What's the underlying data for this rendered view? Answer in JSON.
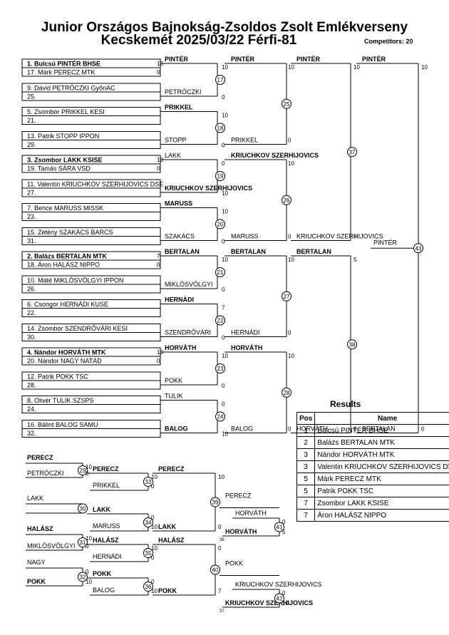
{
  "header": {
    "title_line1": "Junior Országos Bajnokság-Zsoldos Zsolt Emlékverseny",
    "title_line2": "Kecskemét 2025/03/22 Férfi-81",
    "competitors": "Competitors: 20"
  },
  "entries": [
    {
      "label": "1. Bulcsú PINTÉR BHSE",
      "score": "10",
      "bold": true
    },
    {
      "label": "17. Márk PERECZ MTK",
      "score": "0",
      "bold": false
    },
    {
      "label": "9. Dávid PETRÓCZKI GyőriAC",
      "score": "",
      "bold": false
    },
    {
      "label": "25.",
      "score": "",
      "bold": false
    },
    {
      "label": "5. Zsombor PRIKKEL KESI",
      "score": "",
      "bold": false
    },
    {
      "label": "21.",
      "score": "",
      "bold": false
    },
    {
      "label": "13. Patrik STOPP IPPON",
      "score": "",
      "bold": false
    },
    {
      "label": "29.",
      "score": "",
      "bold": false
    },
    {
      "label": "3. Zsombor LAKK KSISE",
      "score": "10",
      "bold": true
    },
    {
      "label": "19. Tamás SÁRA VSD",
      "score": "0",
      "bold": false
    },
    {
      "label": "11. Valentin KRIUCHKOV SZERHIJOVICS DSE",
      "score": "",
      "bold": false
    },
    {
      "label": "27.",
      "score": "",
      "bold": false
    },
    {
      "label": "7. Bence MARUSS MISSK",
      "score": "",
      "bold": false
    },
    {
      "label": "23.",
      "score": "",
      "bold": false
    },
    {
      "label": "15. Zétény SZAKÁCS BARCS",
      "score": "",
      "bold": false
    },
    {
      "label": "31.",
      "score": "",
      "bold": false
    },
    {
      "label": "2. Balázs BERTALAN MTK",
      "score": "7",
      "bold": true
    },
    {
      "label": "18. Áron HALÁSZ NIPPO",
      "score": "0",
      "bold": false
    },
    {
      "label": "10. Máté MIKLÓSVÖLGYI IPPON",
      "score": "",
      "bold": false
    },
    {
      "label": "26.",
      "score": "",
      "bold": false
    },
    {
      "label": "6. Csongor HERNÁDI KUSE",
      "score": "",
      "bold": false
    },
    {
      "label": "22.",
      "score": "",
      "bold": false
    },
    {
      "label": "14. Zsombor SZENDRŐVÁRI KESI",
      "score": "",
      "bold": false
    },
    {
      "label": "30.",
      "score": "",
      "bold": false
    },
    {
      "label": "4. Nándor HORVÁTH MTK",
      "score": "10",
      "bold": true
    },
    {
      "label": "20. Nándor NAGY NATÁD",
      "score": "0",
      "bold": false
    },
    {
      "label": "12. Patrik POKK TSC",
      "score": "",
      "bold": false
    },
    {
      "label": "28.",
      "score": "",
      "bold": false
    },
    {
      "label": "8. Olivér TULIK SZSPS",
      "score": "",
      "bold": false
    },
    {
      "label": "24.",
      "score": "",
      "bold": false
    },
    {
      "label": "16. Bálint BALOG SAMU",
      "score": "",
      "bold": false
    },
    {
      "label": "32.",
      "score": "",
      "bold": false
    }
  ],
  "round1": [
    {
      "winner": "PINTÉR",
      "bold": true
    },
    {
      "winner": "PETRÓCZKI",
      "bold": false
    },
    {
      "winner": "PRIKKEL",
      "bold": true
    },
    {
      "winner": "STOPP",
      "bold": false
    },
    {
      "winner": "LAKK",
      "bold": false
    },
    {
      "winner": "KRIUCHKOV SZERHIJOVICS",
      "bold": true
    },
    {
      "winner": "MARUSS",
      "bold": true
    },
    {
      "winner": "SZAKÁCS",
      "bold": false
    },
    {
      "winner": "BERTALAN",
      "bold": true
    },
    {
      "winner": "MIKLÓSVÖLGYI",
      "bold": false
    },
    {
      "winner": "HERNÁDI",
      "bold": true
    },
    {
      "winner": "SZENDRŐVÁRI",
      "bold": false
    },
    {
      "winner": "HORVÁTH",
      "bold": true
    },
    {
      "winner": "POKK",
      "bold": false
    },
    {
      "winner": "TULIK",
      "bold": false
    },
    {
      "winner": "BALOG",
      "bold": true
    }
  ],
  "round2": [
    {
      "match": "17",
      "top_score": "10",
      "bot_score": "0",
      "winner": "PINTÉR",
      "bold": true
    },
    {
      "match": "18",
      "top_score": "10",
      "bot_score": "0",
      "winner": "PRIKKEL",
      "bold": false
    },
    {
      "match": "19",
      "top_score": "0",
      "bot_score": "10",
      "winner": "KRIUCHKOV SZERHIJOVICS",
      "bold": true
    },
    {
      "match": "20",
      "top_score": "10",
      "bot_score": "0",
      "winner": "MARUSS",
      "bold": false
    },
    {
      "match": "21",
      "top_score": "10",
      "bot_score": "0",
      "winner": "BERTALAN",
      "bold": true
    },
    {
      "match": "22",
      "top_score": "7",
      "bot_score": "0",
      "winner": "HERNÁDI",
      "bold": false
    },
    {
      "match": "23",
      "top_score": "10",
      "bot_score": "0",
      "winner": "HORVÁTH",
      "bold": true
    },
    {
      "match": "24",
      "top_score": "0",
      "bot_score": "10",
      "winner": "BALOG",
      "bold": false
    }
  ],
  "round3": [
    {
      "match": "25",
      "top_score": "10",
      "bot_score": "0",
      "winner": "PINTÉR",
      "bold": true
    },
    {
      "match": "26",
      "top_score": "10",
      "bot_score": "0",
      "winner": "KRIUCHKOV SZERHIJOVICS",
      "bold": false
    },
    {
      "match": "27",
      "top_score": "10",
      "bot_score": "0",
      "winner": "BERTALAN",
      "bold": true
    },
    {
      "match": "28",
      "top_score": "10",
      "bot_score": "0",
      "winner": "HORVÁTH",
      "bold": false
    }
  ],
  "round4": [
    {
      "match": "37",
      "top_score": "10",
      "bot_score": "0",
      "winner": "PINTÉR",
      "bold": true
    },
    {
      "match": "38",
      "top_score": "5",
      "bot_score": "0",
      "winner": "BERTALAN",
      "bold": false
    }
  ],
  "final": {
    "match": "43",
    "top_score": "10",
    "bot_score": "0",
    "winner": "PINTÉR"
  },
  "repechage": {
    "r1": [
      {
        "match": "29",
        "top": "PERECZ",
        "bot": "PETRÓCZKI",
        "top_score": "10",
        "bot_score": "0",
        "winner": "PERECZ"
      },
      {
        "match": "30",
        "top": "LAKK",
        "bot": "",
        "top_score": "",
        "bot_score": "",
        "winner": "LAKK"
      },
      {
        "match": "31",
        "top": "HALÁSZ",
        "bot": "MIKLÓSVÖLGYI",
        "top_score": "10",
        "bot_score": "0",
        "winner": "HALÁSZ"
      },
      {
        "match": "32",
        "top": "NAGY",
        "bot": "POKK",
        "top_score": "0",
        "bot_score": "10",
        "winner": "POKK"
      }
    ],
    "r2": [
      {
        "match": "33",
        "opp": "PRIKKEL",
        "top_score": "10",
        "bot_score": "0",
        "winner": "PERECZ"
      },
      {
        "match": "34",
        "opp": "MARUSS",
        "top_score": "0",
        "bot_score": "10",
        "winner": "LAKK"
      },
      {
        "match": "35",
        "opp": "HERNÁDI",
        "top_score": "10",
        "bot_score": "0",
        "winner": "HALÁSZ"
      },
      {
        "match": "36",
        "opp": "BALOG",
        "top_score": "0",
        "bot_score": "10",
        "winner": "POKK"
      }
    ],
    "r3": [
      {
        "match": "39",
        "top_score": "10",
        "bot_score": "0",
        "winner": "PERECZ"
      },
      {
        "match": "40",
        "top_score": "0",
        "bot_score": "7",
        "winner": "POKK"
      }
    ],
    "r4": [
      {
        "match": "41",
        "top": "HORVÁTH",
        "top_score": "0",
        "bot_score": "5",
        "winner": "HORVÁTH",
        "small": "38"
      },
      {
        "match": "42",
        "top": "KRIUCHKOV SZERHIJOVICS",
        "top_score": "0",
        "bot_score": "10",
        "winner": "KRIUCHKOV SZERHIJOVICS",
        "small": "37"
      }
    ]
  },
  "results": {
    "title": "Results",
    "col_pos": "Pos",
    "col_name": "Name",
    "rows": [
      {
        "pos": "1",
        "name": "Bulcsú PINTÉR BHSE"
      },
      {
        "pos": "2",
        "name": "Balázs BERTALAN MTK"
      },
      {
        "pos": "3",
        "name": "Nándor HORVÁTH MTK"
      },
      {
        "pos": "3",
        "name": "Valentin KRIUCHKOV SZERHIJOVICS DSE"
      },
      {
        "pos": "5",
        "name": "Márk PERECZ MTK"
      },
      {
        "pos": "5",
        "name": "Patrik POKK TSC"
      },
      {
        "pos": "7",
        "name": "Zsombor LAKK KSISE"
      },
      {
        "pos": "7",
        "name": "Áron HALÁSZ NIPPO"
      }
    ]
  }
}
